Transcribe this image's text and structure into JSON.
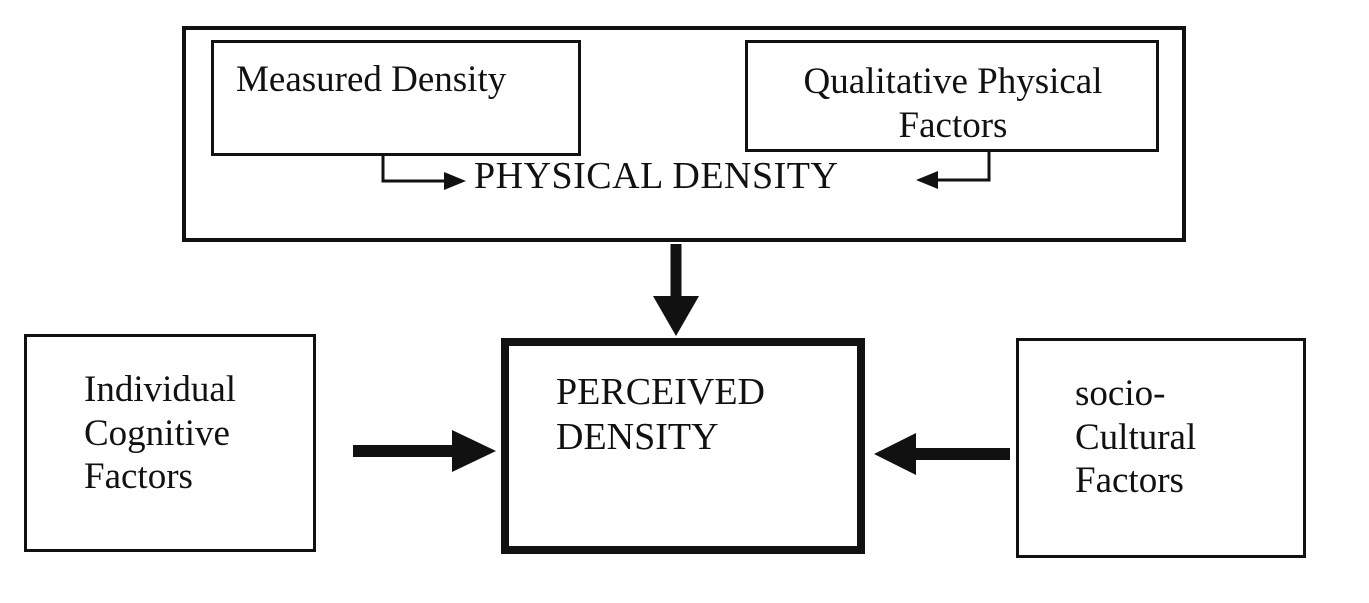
{
  "diagram": {
    "physical_group": {
      "measured_density": "Measured Density",
      "qualitative_factors": "Qualitative Physical\nFactors",
      "physical_density": "PHYSICAL DENSITY"
    },
    "perceived_density": "PERCEIVED\nDENSITY",
    "individual_factors": "Individual\nCognitive\nFactors",
    "socio_cultural_factors": "socio-\nCultural\nFactors"
  },
  "colors": {
    "ink": "#111111",
    "background": "#ffffff"
  }
}
